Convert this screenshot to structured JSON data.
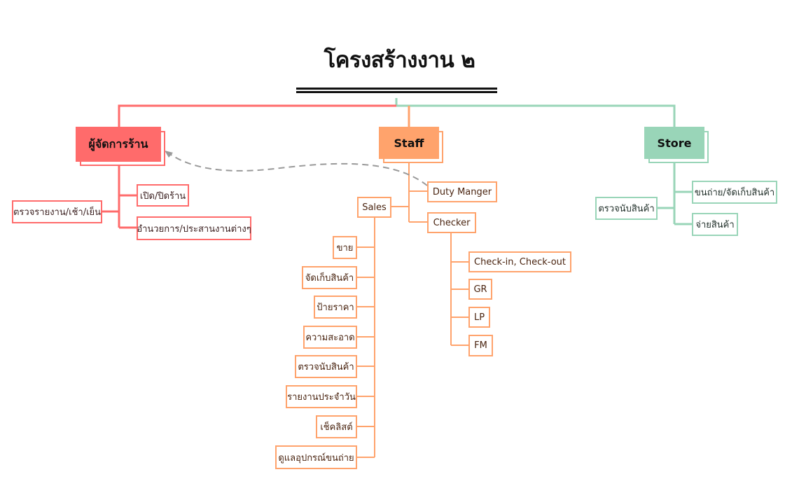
{
  "title": "โครงสร้างงาน ๒",
  "colors": {
    "manager": "#ff6b6b",
    "staff": "#ffa36c",
    "store": "#99d5b8",
    "relation": "#999999",
    "title_rule": "#111111"
  },
  "branches": {
    "manager": {
      "label": "ผู้จัดการร้าน",
      "children": [
        {
          "label": "เปิด/ปิดร้าน"
        },
        {
          "label": "อำนวยการ/ประสานงานต่างๆ"
        },
        {
          "label": "ตรวจรายงาน/เช้า/เย็น"
        }
      ]
    },
    "staff": {
      "label": "Staff",
      "children": [
        {
          "label": "Duty Manger"
        },
        {
          "label": "Checker",
          "children": [
            {
              "label": "Check-in, Check-out"
            },
            {
              "label": "GR"
            },
            {
              "label": "LP"
            },
            {
              "label": "FM"
            }
          ]
        },
        {
          "label": "Sales",
          "children": [
            {
              "label": "ขาย"
            },
            {
              "label": "จัดเก็บสินค้า"
            },
            {
              "label": "ป้ายราคา"
            },
            {
              "label": "ความสะอาด"
            },
            {
              "label": "ตรวจนับสินค้า"
            },
            {
              "label": "รายงานประจำวัน"
            },
            {
              "label": "เช็คลิสต์"
            },
            {
              "label": "ดูแลอุปกรณ์ขนถ่าย"
            }
          ]
        }
      ]
    },
    "store": {
      "label": "Store",
      "children": [
        {
          "label": "ขนถ่าย/จัดเก็บสินค้า"
        },
        {
          "label": "จ่ายสินค้า"
        },
        {
          "label": "ตรวจนับสินค้า"
        }
      ]
    }
  },
  "relationships": [
    {
      "from": "Duty Manger",
      "to": "ผู้จัดการร้าน",
      "style": "dashed-arrow"
    }
  ]
}
